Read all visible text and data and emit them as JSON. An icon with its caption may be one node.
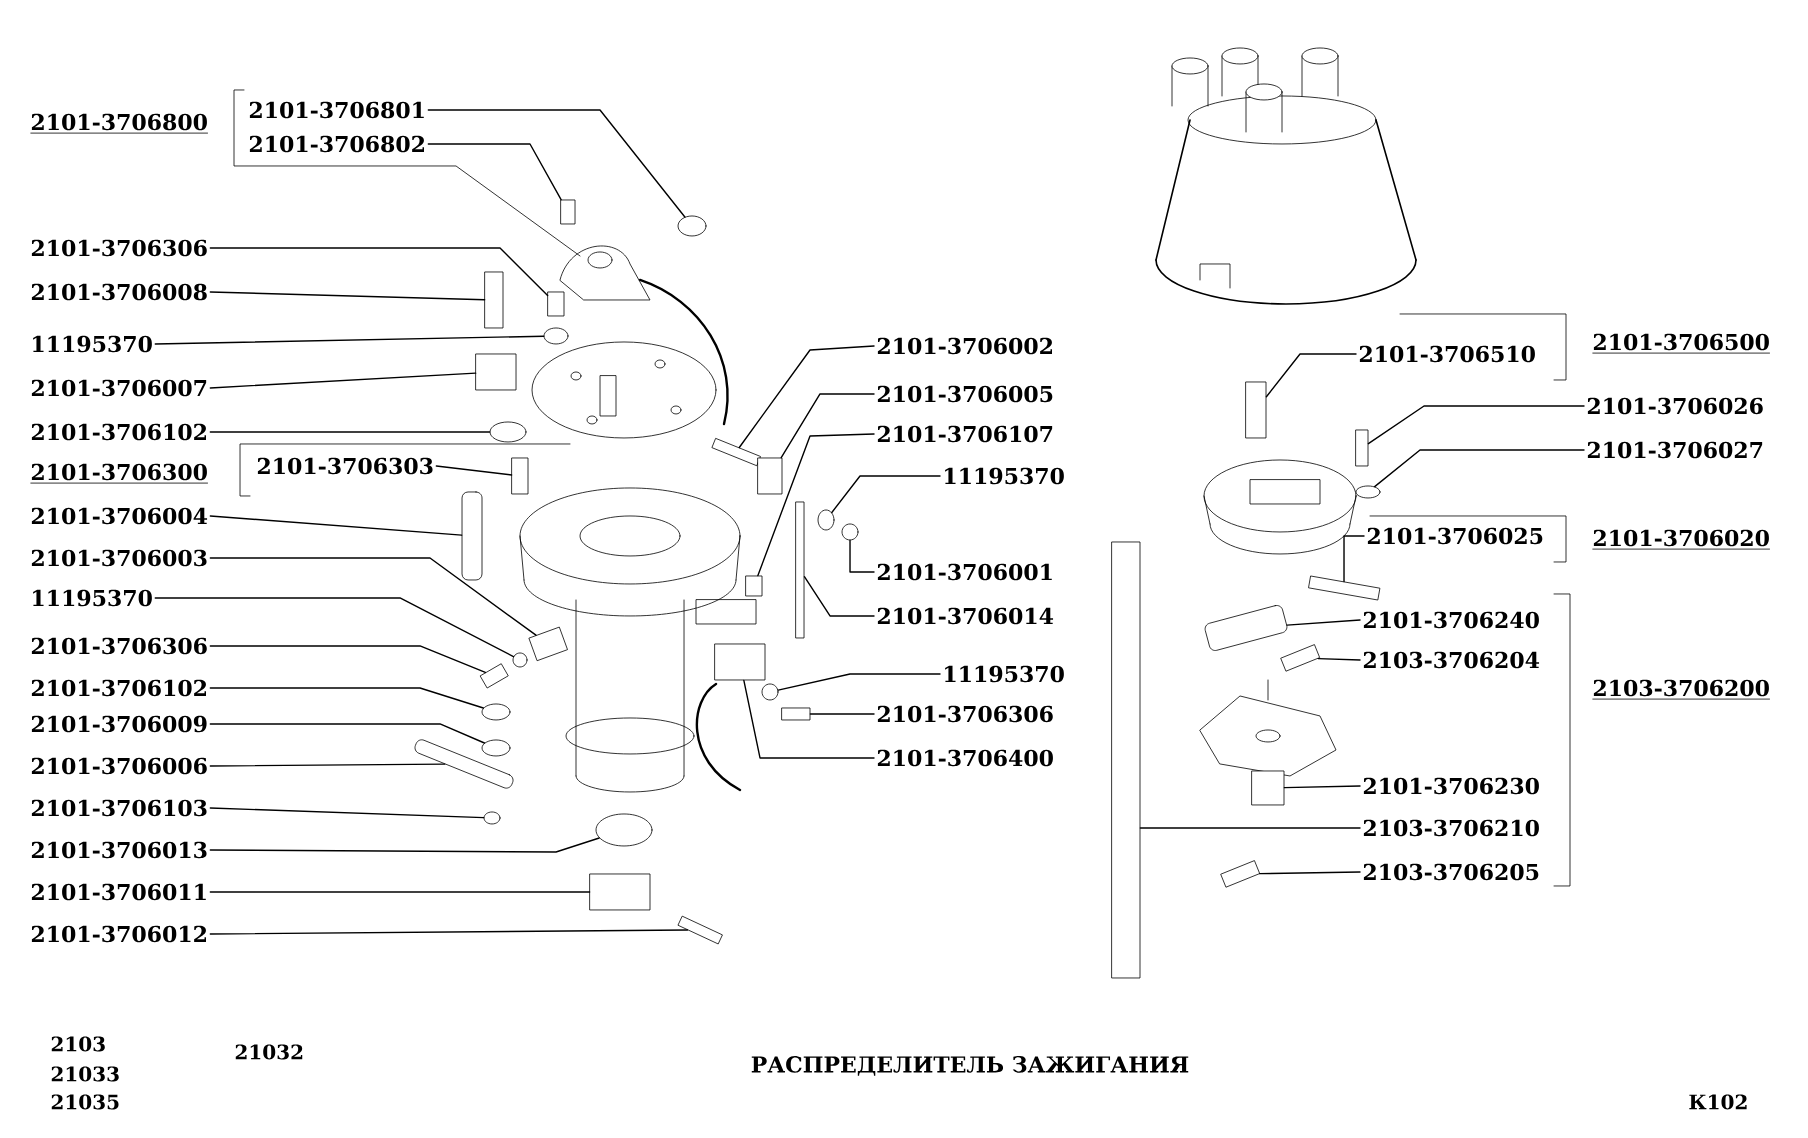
{
  "diagram": {
    "title": "РАСПРЕДЕЛИТЕЛЬ ЗАЖИГАНИЯ",
    "nodes": [
      {
        "text": [
          "2101-3706801"
        ]
      },
      {
        "text": [
          "2101-3706802"
        ]
      },
      {
        "text": [
          "2101-3706306"
        ]
      },
      {
        "text": [
          "2101-3706008"
        ]
      },
      {
        "text": [
          "11195370"
        ]
      },
      {
        "text": [
          "2101-3706007"
        ]
      },
      {
        "text": [
          "2101-3706102"
        ]
      },
      {
        "text": [
          "2101-3706303"
        ]
      },
      {
        "text": [
          "2101-3706004"
        ]
      },
      {
        "text": [
          "2101-3706003"
        ]
      },
      {
        "text": [
          "11195370"
        ]
      },
      {
        "text": [
          "2101-3706306"
        ]
      },
      {
        "text": [
          "2101-3706102"
        ]
      },
      {
        "text": [
          "2101-3706009"
        ]
      },
      {
        "text": [
          "2101-3706006"
        ]
      },
      {
        "text": [
          "2101-3706103"
        ]
      },
      {
        "text": [
          "2101-3706013"
        ]
      },
      {
        "text": [
          "2101-3706011"
        ]
      },
      {
        "text": [
          "2101-3706012"
        ]
      },
      {
        "text": [
          "2101-3706002"
        ]
      },
      {
        "text": [
          "2101-3706005"
        ]
      },
      {
        "text": [
          "2101-3706107"
        ]
      },
      {
        "text": [
          "11195370"
        ]
      },
      {
        "text": [
          "2101-3706001"
        ]
      },
      {
        "text": [
          "2101-3706014"
        ]
      },
      {
        "text": [
          "11195370"
        ]
      },
      {
        "text": [
          "2101-3706306"
        ]
      },
      {
        "text": [
          "2101-3706400"
        ]
      },
      {
        "text": [
          "2101-3706510"
        ]
      },
      {
        "text": [
          "2101-3706026"
        ]
      },
      {
        "text": [
          "2101-3706027"
        ]
      },
      {
        "text": [
          "2101-3706025"
        ]
      },
      {
        "text": [
          "2101-3706240"
        ]
      },
      {
        "text": [
          "2103-3706204"
        ]
      },
      {
        "text": [
          "2101-3706230"
        ]
      },
      {
        "text": [
          "2103-3706210"
        ]
      },
      {
        "text": [
          "2103-3706205"
        ]
      },
      {
        "text": [],
        "shape": "circle"
      },
      {
        "text": [],
        "shape": "box"
      },
      {
        "text": [],
        "shape": "box"
      },
      {
        "text": [],
        "shape": "box"
      },
      {
        "text": [],
        "shape": "circle"
      },
      {
        "text": [],
        "shape": "box"
      },
      {
        "text": [],
        "shape": "circle"
      },
      {
        "text": [],
        "shape": "box"
      },
      {
        "text": [],
        "shape": "box"
      },
      {
        "text": [],
        "shape": "box"
      },
      {
        "text": [],
        "shape": "circle"
      },
      {
        "text": [],
        "shape": "box"
      },
      {
        "text": [],
        "shape": "circle"
      },
      {
        "text": [],
        "shape": "circle"
      },
      {
        "text": [],
        "shape": "box"
      },
      {
        "text": [],
        "shape": "circle"
      },
      {
        "text": [],
        "shape": "circle"
      },
      {
        "text": [],
        "shape": "box"
      },
      {
        "text": [],
        "shape": "box"
      },
      {
        "text": [],
        "shape": "box"
      },
      {
        "text": [],
        "shape": "box"
      },
      {
        "text": [],
        "shape": "box"
      },
      {
        "text": [],
        "shape": "circle"
      },
      {
        "text": [],
        "shape": "circle"
      },
      {
        "text": [],
        "shape": "box"
      },
      {
        "text": [],
        "shape": "circle"
      },
      {
        "text": [],
        "shape": "box"
      },
      {
        "text": [],
        "shape": "box"
      },
      {
        "text": [],
        "shape": "box"
      },
      {
        "text": [],
        "shape": "box"
      },
      {
        "text": [],
        "shape": "circle"
      },
      {
        "text": [],
        "shape": "box"
      },
      {
        "text": [],
        "shape": "box"
      },
      {
        "text": [],
        "shape": "box"
      },
      {
        "text": [],
        "shape": "box"
      },
      {
        "text": [],
        "shape": "box"
      },
      {
        "text": [],
        "shape": "box"
      }
    ],
    "edges": [
      {
        "from": 0,
        "to": 37,
        "arrow": "none"
      },
      {
        "from": 1,
        "to": 38,
        "arrow": "none"
      },
      {
        "from": 2,
        "to": 39,
        "arrow": "none"
      },
      {
        "from": 3,
        "to": 40,
        "arrow": "none"
      },
      {
        "from": 4,
        "to": 41,
        "arrow": "none"
      },
      {
        "from": 5,
        "to": 42,
        "arrow": "none"
      },
      {
        "from": 6,
        "to": 43,
        "arrow": "none"
      },
      {
        "from": 7,
        "to": 44,
        "arrow": "none"
      },
      {
        "from": 8,
        "to": 45,
        "arrow": "none"
      },
      {
        "from": 9,
        "to": 46,
        "arrow": "none"
      },
      {
        "from": 10,
        "to": 47,
        "arrow": "none"
      },
      {
        "from": 11,
        "to": 48,
        "arrow": "none"
      },
      {
        "from": 12,
        "to": 49,
        "arrow": "none"
      },
      {
        "from": 13,
        "to": 50,
        "arrow": "none"
      },
      {
        "from": 14,
        "to": 51,
        "arrow": "none"
      },
      {
        "from": 15,
        "to": 52,
        "arrow": "none"
      },
      {
        "from": 16,
        "to": 53,
        "arrow": "none"
      },
      {
        "from": 17,
        "to": 54,
        "arrow": "none"
      },
      {
        "from": 18,
        "to": 55,
        "arrow": "none"
      },
      {
        "from": 19,
        "to": 56,
        "arrow": "none"
      },
      {
        "from": 20,
        "to": 57,
        "arrow": "none"
      },
      {
        "from": 21,
        "to": 58,
        "arrow": "none"
      },
      {
        "from": 22,
        "to": 59,
        "arrow": "none"
      },
      {
        "from": 23,
        "to": 60,
        "arrow": "none"
      },
      {
        "from": 24,
        "to": 61,
        "arrow": "none"
      },
      {
        "from": 25,
        "to": 62,
        "arrow": "none"
      },
      {
        "from": 26,
        "to": 63,
        "arrow": "none"
      },
      {
        "from": 27,
        "to": 64,
        "arrow": "none"
      },
      {
        "from": 28,
        "to": 65,
        "arrow": "none"
      },
      {
        "from": 29,
        "to": 66,
        "arrow": "none"
      },
      {
        "from": 30,
        "to": 67,
        "arrow": "none"
      },
      {
        "from": 31,
        "to": 68,
        "arrow": "none"
      },
      {
        "from": 32,
        "to": 69,
        "arrow": "none"
      },
      {
        "from": 33,
        "to": 70,
        "arrow": "none"
      },
      {
        "from": 34,
        "to": 71,
        "arrow": "none"
      },
      {
        "from": 35,
        "to": 72,
        "arrow": "none"
      },
      {
        "from": 36,
        "to": 73,
        "arrow": "none"
      }
    ],
    "labels": [
      "2101-3706800",
      "2101-3706300",
      "2101-3706500",
      "2101-3706020",
      "2103-3706200",
      "2103",
      "21032",
      "21033",
      "21035",
      "К102"
    ]
  }
}
